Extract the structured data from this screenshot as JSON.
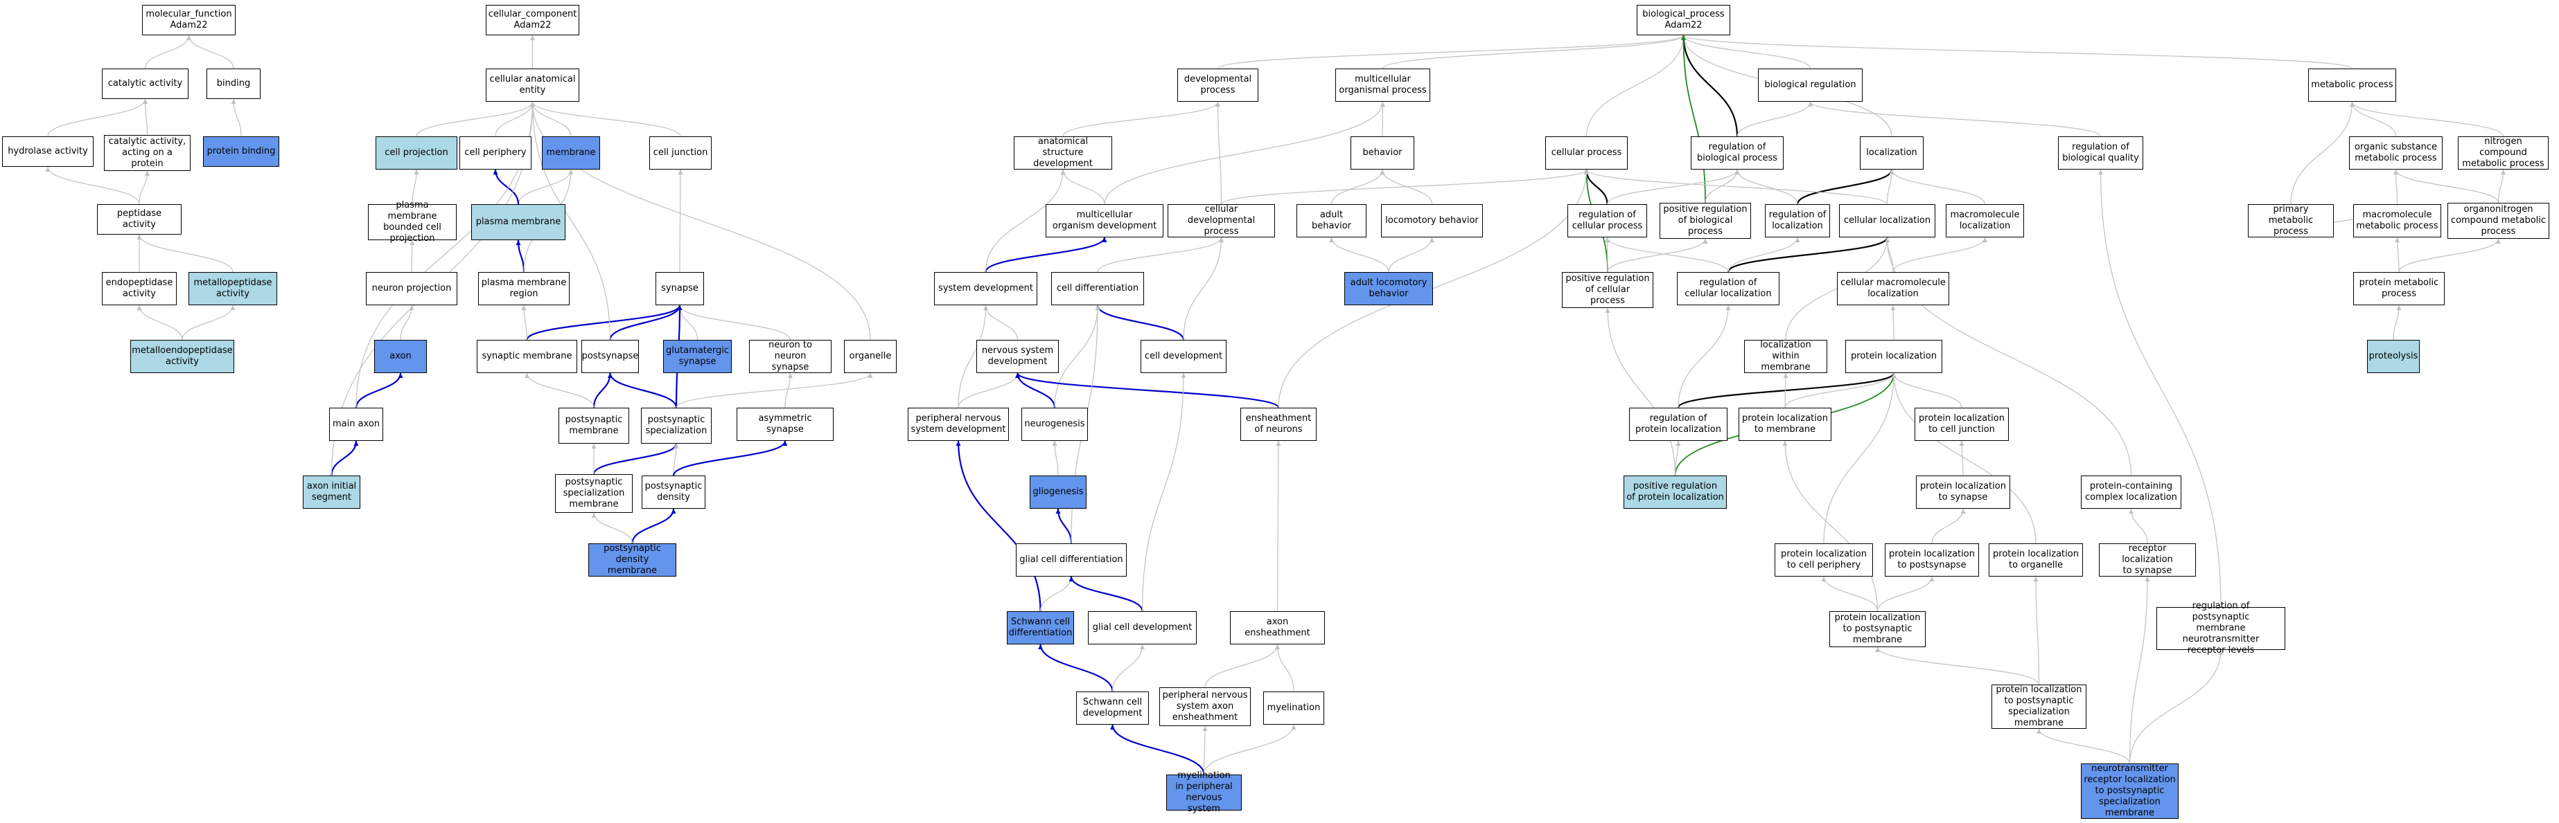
{
  "colors": {
    "background": "#ffffff",
    "node_border": "#000000",
    "light_highlight": "#add8e6",
    "blue_highlight": "#6495ed",
    "edge_is_a": "#c0c0c0",
    "edge_part_of": "#0000cc",
    "edge_regulates": "#000000",
    "edge_positively_regulates": "#228b22"
  },
  "nodes": {
    "mf_root": {
      "label": "molecular_function\nAdam22"
    },
    "catalytic": {
      "label": "catalytic activity"
    },
    "binding": {
      "label": "binding"
    },
    "hydrolase": {
      "label": "hydrolase activity"
    },
    "cat_protein": {
      "label": "catalytic activity,\nacting on a\nprotein"
    },
    "protein_binding": {
      "label": "protein binding",
      "style": "blue"
    },
    "peptidase": {
      "label": "peptidase activity"
    },
    "endopeptidase": {
      "label": "endopeptidase\nactivity"
    },
    "metallopeptidase": {
      "label": "metallopeptidase\nactivity",
      "style": "light"
    },
    "metalloendopeptidase": {
      "label": "metalloendopeptidase\nactivity",
      "style": "light"
    },
    "cc_root": {
      "label": "cellular_component\nAdam22"
    },
    "cae": {
      "label": "cellular anatomical\nentity"
    },
    "cell_projection": {
      "label": "cell projection",
      "style": "light"
    },
    "cell_periphery": {
      "label": "cell periphery"
    },
    "membrane": {
      "label": "membrane",
      "style": "blue"
    },
    "cell_junction": {
      "label": "cell junction"
    },
    "pm_bounded": {
      "label": "plasma membrane\nbounded cell\nprojection"
    },
    "plasma_membrane": {
      "label": "plasma membrane",
      "style": "light"
    },
    "neuron_projection": {
      "label": "neuron projection"
    },
    "pm_region": {
      "label": "plasma membrane\nregion"
    },
    "synapse": {
      "label": "synapse"
    },
    "axon": {
      "label": "axon",
      "style": "blue"
    },
    "synaptic_membrane": {
      "label": "synaptic membrane"
    },
    "postsynapse": {
      "label": "postsynapse"
    },
    "glutamatergic": {
      "label": "glutamatergic\nsynapse",
      "style": "blue"
    },
    "n2n_synapse": {
      "label": "neuron to neuron\nsynapse"
    },
    "organelle": {
      "label": "organelle"
    },
    "main_axon": {
      "label": "main axon"
    },
    "postsyn_membrane": {
      "label": "postsynaptic\nmembrane"
    },
    "postsyn_spec": {
      "label": "postsynaptic\nspecialization"
    },
    "asym_synapse": {
      "label": "asymmetric synapse"
    },
    "axon_initial": {
      "label": "axon initial\nsegment",
      "style": "light"
    },
    "psd_spec_membrane": {
      "label": "postsynaptic\nspecialization\nmembrane"
    },
    "postsyn_density": {
      "label": "postsynaptic\ndensity"
    },
    "psd_membrane": {
      "label": "postsynaptic\ndensity membrane",
      "style": "blue"
    },
    "bp_root": {
      "label": "biological_process\nAdam22"
    },
    "dev_process": {
      "label": "developmental\nprocess"
    },
    "multicell_proc": {
      "label": "multicellular\norganismal process"
    },
    "bio_reg": {
      "label": "biological regulation"
    },
    "metabolic": {
      "label": "metabolic process"
    },
    "anat_struct_dev": {
      "label": "anatomical structure\ndevelopment"
    },
    "behavior": {
      "label": "behavior"
    },
    "cellular_process": {
      "label": "cellular process"
    },
    "reg_bio_proc": {
      "label": "regulation of\nbiological process"
    },
    "localization": {
      "label": "localization"
    },
    "reg_bio_quality": {
      "label": "regulation of\nbiological quality"
    },
    "organic_subst": {
      "label": "organic substance\nmetabolic process"
    },
    "nitrogen_comp": {
      "label": "nitrogen compound\nmetabolic process"
    },
    "multicell_org_dev": {
      "label": "multicellular\norganism development"
    },
    "cell_dev_proc": {
      "label": "cellular developmental\nprocess"
    },
    "adult_behavior": {
      "label": "adult behavior"
    },
    "locomotory": {
      "label": "locomotory behavior"
    },
    "reg_cell_proc": {
      "label": "regulation of\ncellular process"
    },
    "pos_reg_bio": {
      "label": "positive regulation\nof biological\nprocess"
    },
    "reg_localization": {
      "label": "regulation of\nlocalization"
    },
    "cellular_loc": {
      "label": "cellular localization"
    },
    "macromol_loc": {
      "label": "macromolecule\nlocalization"
    },
    "primary_metab": {
      "label": "primary metabolic\nprocess"
    },
    "macromol_metab": {
      "label": "macromolecule\nmetabolic process"
    },
    "organonitrogen": {
      "label": "organonitrogen\ncompound metabolic\nprocess"
    },
    "system_dev": {
      "label": "system development"
    },
    "cell_diff": {
      "label": "cell differentiation"
    },
    "adult_loco": {
      "label": "adult locomotory\nbehavior",
      "style": "blue"
    },
    "pos_reg_cell": {
      "label": "positive regulation\nof cellular\nprocess"
    },
    "reg_cell_loc": {
      "label": "regulation of\ncellular localization"
    },
    "cell_macromol_loc": {
      "label": "cellular macromolecule\nlocalization"
    },
    "protein_metab": {
      "label": "protein metabolic\nprocess"
    },
    "nervous_sys_dev": {
      "label": "nervous system\ndevelopment"
    },
    "cell_development": {
      "label": "cell development"
    },
    "loc_within_membrane": {
      "label": "localization\nwithin membrane"
    },
    "protein_loc": {
      "label": "protein localization"
    },
    "proteolysis": {
      "label": "proteolysis",
      "style": "light"
    },
    "pns_dev": {
      "label": "peripheral nervous\nsystem development"
    },
    "neurogenesis": {
      "label": "neurogenesis"
    },
    "ensheathment": {
      "label": "ensheathment\nof neurons"
    },
    "reg_protein_loc": {
      "label": "regulation of\nprotein localization"
    },
    "protein_loc_membrane": {
      "label": "protein localization\nto membrane"
    },
    "protein_loc_cell_junction": {
      "label": "protein localization\nto cell junction"
    },
    "gliogenesis": {
      "label": "gliogenesis",
      "style": "blue"
    },
    "pos_reg_protein_loc": {
      "label": "positive regulation\nof protein localization",
      "style": "light"
    },
    "protein_loc_synapse": {
      "label": "protein localization\nto synapse"
    },
    "protein_complex_loc": {
      "label": "protein-containing\ncomplex localization"
    },
    "glial_cell_diff": {
      "label": "glial cell differentiation"
    },
    "protein_loc_periphery": {
      "label": "protein localization\nto cell periphery"
    },
    "protein_loc_postsynapse": {
      "label": "protein localization\nto postsynapse"
    },
    "protein_loc_organelle": {
      "label": "protein localization\nto organelle"
    },
    "receptor_loc_synapse": {
      "label": "receptor localization\nto synapse"
    },
    "schwann_diff": {
      "label": "Schwann cell\ndifferentiation",
      "style": "blue"
    },
    "glial_cell_dev": {
      "label": "glial cell development"
    },
    "axon_ensheathment": {
      "label": "axon ensheathment"
    },
    "protein_loc_postsyn_membrane": {
      "label": "protein localization\nto postsynaptic\nmembrane"
    },
    "reg_postsyn_receptor": {
      "label": "regulation of\npostsynaptic\nmembrane neurotransmitter\nreceptor levels"
    },
    "schwann_dev": {
      "label": "Schwann cell\ndevelopment"
    },
    "pns_axon_ensheath": {
      "label": "peripheral nervous\nsystem axon\nensheathment"
    },
    "myelination": {
      "label": "myelination"
    },
    "protein_loc_postsyn_spec_membrane": {
      "label": "protein localization\nto postsynaptic\nspecialization\nmembrane"
    },
    "myelination_pns": {
      "label": "myelination\nin peripheral\nnervous system",
      "style": "blue"
    },
    "nt_receptor_loc": {
      "label": "neurotransmitter\nreceptor localization\nto postsynaptic\nspecialization\nmembrane",
      "style": "blue"
    }
  },
  "edges": [
    [
      "catalytic",
      "mf_root",
      "is_a"
    ],
    [
      "binding",
      "mf_root",
      "is_a"
    ],
    [
      "hydrolase",
      "catalytic",
      "is_a"
    ],
    [
      "cat_protein",
      "catalytic",
      "is_a"
    ],
    [
      "protein_binding",
      "binding",
      "is_a"
    ],
    [
      "peptidase",
      "hydrolase",
      "is_a"
    ],
    [
      "peptidase",
      "cat_protein",
      "is_a"
    ],
    [
      "endopeptidase",
      "peptidase",
      "is_a"
    ],
    [
      "metallopeptidase",
      "peptidase",
      "is_a"
    ],
    [
      "metalloendopeptidase",
      "endopeptidase",
      "is_a"
    ],
    [
      "metalloendopeptidase",
      "metallopeptidase",
      "is_a"
    ],
    [
      "cae",
      "cc_root",
      "is_a"
    ],
    [
      "cell_projection",
      "cae",
      "is_a"
    ],
    [
      "cell_periphery",
      "cae",
      "is_a"
    ],
    [
      "membrane",
      "cae",
      "is_a"
    ],
    [
      "cell_junction",
      "cae",
      "is_a"
    ],
    [
      "pm_bounded",
      "cell_projection",
      "is_a"
    ],
    [
      "plasma_membrane",
      "membrane",
      "is_a"
    ],
    [
      "plasma_membrane",
      "cell_periphery",
      "part_of"
    ],
    [
      "neuron_projection",
      "pm_bounded",
      "is_a"
    ],
    [
      "pm_region",
      "plasma_membrane",
      "part_of"
    ],
    [
      "pm_region",
      "membrane",
      "is_a"
    ],
    [
      "synapse",
      "cell_junction",
      "is_a"
    ],
    [
      "axon",
      "neuron_projection",
      "is_a"
    ],
    [
      "synaptic_membrane",
      "synapse",
      "part_of"
    ],
    [
      "synaptic_membrane",
      "pm_region",
      "is_a"
    ],
    [
      "postsynapse",
      "synapse",
      "part_of"
    ],
    [
      "postsynapse",
      "cae",
      "is_a"
    ],
    [
      "glutamatergic",
      "synapse",
      "is_a"
    ],
    [
      "n2n_synapse",
      "synapse",
      "is_a"
    ],
    [
      "organelle",
      "cae",
      "is_a"
    ],
    [
      "main_axon",
      "axon",
      "part_of"
    ],
    [
      "main_axon",
      "cae",
      "is_a"
    ],
    [
      "postsyn_membrane",
      "postsynapse",
      "part_of"
    ],
    [
      "postsyn_membrane",
      "synaptic_membrane",
      "is_a"
    ],
    [
      "postsyn_spec",
      "postsynapse",
      "part_of"
    ],
    [
      "postsyn_spec",
      "synapse",
      "part_of"
    ],
    [
      "postsyn_spec",
      "organelle",
      "is_a"
    ],
    [
      "asym_synapse",
      "n2n_synapse",
      "is_a"
    ],
    [
      "axon_initial",
      "main_axon",
      "part_of"
    ],
    [
      "axon_initial",
      "cae",
      "is_a"
    ],
    [
      "psd_spec_membrane",
      "postsyn_spec",
      "part_of"
    ],
    [
      "psd_spec_membrane",
      "postsyn_membrane",
      "is_a"
    ],
    [
      "postsyn_density",
      "postsyn_spec",
      "is_a"
    ],
    [
      "postsyn_density",
      "asym_synapse",
      "part_of"
    ],
    [
      "psd_membrane",
      "postsyn_density",
      "part_of"
    ],
    [
      "psd_membrane",
      "psd_spec_membrane",
      "is_a"
    ],
    [
      "dev_process",
      "bp_root",
      "is_a"
    ],
    [
      "multicell_proc",
      "bp_root",
      "is_a"
    ],
    [
      "bio_reg",
      "bp_root",
      "is_a"
    ],
    [
      "metabolic",
      "bp_root",
      "is_a"
    ],
    [
      "cellular_process",
      "bp_root",
      "is_a"
    ],
    [
      "localization",
      "bp_root",
      "is_a"
    ],
    [
      "reg_bio_proc",
      "bp_root",
      "regulates"
    ],
    [
      "reg_bio_proc",
      "bio_reg",
      "is_a"
    ],
    [
      "pos_reg_bio",
      "bp_root",
      "positively_regulates"
    ],
    [
      "pos_reg_bio",
      "reg_bio_proc",
      "is_a"
    ],
    [
      "reg_bio_quality",
      "bio_reg",
      "is_a"
    ],
    [
      "anat_struct_dev",
      "dev_process",
      "is_a"
    ],
    [
      "behavior",
      "multicell_proc",
      "is_a"
    ],
    [
      "organic_subst",
      "metabolic",
      "is_a"
    ],
    [
      "nitrogen_comp",
      "metabolic",
      "is_a"
    ],
    [
      "multicell_org_dev",
      "anat_struct_dev",
      "is_a"
    ],
    [
      "multicell_org_dev",
      "multicell_proc",
      "is_a"
    ],
    [
      "cell_dev_proc",
      "dev_process",
      "is_a"
    ],
    [
      "cell_dev_proc",
      "cellular_process",
      "is_a"
    ],
    [
      "adult_behavior",
      "behavior",
      "is_a"
    ],
    [
      "locomotory",
      "behavior",
      "is_a"
    ],
    [
      "reg_cell_proc",
      "cellular_process",
      "regulates"
    ],
    [
      "reg_cell_proc",
      "reg_bio_proc",
      "is_a"
    ],
    [
      "reg_localization",
      "localization",
      "regulates"
    ],
    [
      "reg_localization",
      "reg_bio_proc",
      "is_a"
    ],
    [
      "cellular_loc",
      "localization",
      "is_a"
    ],
    [
      "cellular_loc",
      "cellular_process",
      "is_a"
    ],
    [
      "macromol_loc",
      "localization",
      "is_a"
    ],
    [
      "primary_metab",
      "metabolic",
      "is_a"
    ],
    [
      "macromol_metab",
      "organic_subst",
      "is_a"
    ],
    [
      "macromol_metab",
      "primary_metab",
      "is_a"
    ],
    [
      "organonitrogen",
      "organic_subst",
      "is_a"
    ],
    [
      "organonitrogen",
      "nitrogen_comp",
      "is_a"
    ],
    [
      "system_dev",
      "multicell_org_dev",
      "part_of"
    ],
    [
      "system_dev",
      "anat_struct_dev",
      "is_a"
    ],
    [
      "cell_diff",
      "cell_dev_proc",
      "is_a"
    ],
    [
      "adult_loco",
      "adult_behavior",
      "is_a"
    ],
    [
      "adult_loco",
      "locomotory",
      "is_a"
    ],
    [
      "pos_reg_cell",
      "cellular_process",
      "positively_regulates"
    ],
    [
      "pos_reg_cell",
      "reg_cell_proc",
      "is_a"
    ],
    [
      "pos_reg_cell",
      "pos_reg_bio",
      "is_a"
    ],
    [
      "reg_cell_loc",
      "cellular_loc",
      "regulates"
    ],
    [
      "reg_cell_loc",
      "reg_cell_proc",
      "is_a"
    ],
    [
      "reg_cell_loc",
      "reg_localization",
      "is_a"
    ],
    [
      "cell_macromol_loc",
      "cellular_loc",
      "is_a"
    ],
    [
      "cell_macromol_loc",
      "macromol_loc",
      "is_a"
    ],
    [
      "protein_metab",
      "macromol_metab",
      "is_a"
    ],
    [
      "protein_metab",
      "organonitrogen",
      "is_a"
    ],
    [
      "nervous_sys_dev",
      "system_dev",
      "is_a"
    ],
    [
      "cell_development",
      "cell_diff",
      "part_of"
    ],
    [
      "cell_development",
      "cell_dev_proc",
      "is_a"
    ],
    [
      "loc_within_membrane",
      "cellular_loc",
      "is_a"
    ],
    [
      "protein_loc",
      "cell_macromol_loc",
      "is_a"
    ],
    [
      "proteolysis",
      "protein_metab",
      "is_a"
    ],
    [
      "pns_dev",
      "nervous_sys_dev",
      "is_a"
    ],
    [
      "pns_dev",
      "system_dev",
      "is_a"
    ],
    [
      "neurogenesis",
      "nervous_sys_dev",
      "part_of"
    ],
    [
      "neurogenesis",
      "cell_diff",
      "is_a"
    ],
    [
      "ensheathment",
      "nervous_sys_dev",
      "part_of"
    ],
    [
      "ensheathment",
      "cellular_process",
      "is_a"
    ],
    [
      "reg_protein_loc",
      "protein_loc",
      "regulates"
    ],
    [
      "reg_protein_loc",
      "reg_cell_loc",
      "is_a"
    ],
    [
      "protein_loc_membrane",
      "protein_loc",
      "is_a"
    ],
    [
      "protein_loc_membrane",
      "loc_within_membrane",
      "is_a"
    ],
    [
      "protein_loc_cell_junction",
      "protein_loc",
      "is_a"
    ],
    [
      "gliogenesis",
      "neurogenesis",
      "is_a"
    ],
    [
      "pos_reg_protein_loc",
      "protein_loc",
      "positively_regulates"
    ],
    [
      "pos_reg_protein_loc",
      "reg_protein_loc",
      "is_a"
    ],
    [
      "pos_reg_protein_loc",
      "pos_reg_cell",
      "is_a"
    ],
    [
      "protein_loc_synapse",
      "protein_loc_cell_junction",
      "is_a"
    ],
    [
      "protein_complex_loc",
      "cellular_loc",
      "is_a"
    ],
    [
      "glial_cell_diff",
      "gliogenesis",
      "part_of"
    ],
    [
      "glial_cell_diff",
      "cell_diff",
      "is_a"
    ],
    [
      "protein_loc_periphery",
      "protein_loc",
      "is_a"
    ],
    [
      "protein_loc_postsynapse",
      "protein_loc_synapse",
      "is_a"
    ],
    [
      "protein_loc_organelle",
      "protein_loc",
      "is_a"
    ],
    [
      "receptor_loc_synapse",
      "protein_complex_loc",
      "is_a"
    ],
    [
      "schwann_diff",
      "pns_dev",
      "part_of"
    ],
    [
      "schwann_diff",
      "glial_cell_diff",
      "is_a"
    ],
    [
      "glial_cell_dev",
      "glial_cell_diff",
      "part_of"
    ],
    [
      "glial_cell_dev",
      "cell_development",
      "is_a"
    ],
    [
      "axon_ensheathment",
      "ensheathment",
      "is_a"
    ],
    [
      "protein_loc_postsyn_membrane",
      "protein_loc_periphery",
      "is_a"
    ],
    [
      "protein_loc_postsyn_membrane",
      "protein_loc_postsynapse",
      "is_a"
    ],
    [
      "protein_loc_postsyn_membrane",
      "protein_loc_membrane",
      "is_a"
    ],
    [
      "reg_postsyn_receptor",
      "reg_bio_quality",
      "is_a"
    ],
    [
      "schwann_dev",
      "schwann_diff",
      "part_of"
    ],
    [
      "schwann_dev",
      "glial_cell_dev",
      "is_a"
    ],
    [
      "pns_axon_ensheath",
      "axon_ensheathment",
      "is_a"
    ],
    [
      "myelination",
      "axon_ensheathment",
      "is_a"
    ],
    [
      "protein_loc_postsyn_spec_membrane",
      "protein_loc_postsyn_membrane",
      "is_a"
    ],
    [
      "protein_loc_postsyn_spec_membrane",
      "protein_loc_organelle",
      "is_a"
    ],
    [
      "myelination_pns",
      "schwann_dev",
      "part_of"
    ],
    [
      "myelination_pns",
      "pns_axon_ensheath",
      "is_a"
    ],
    [
      "myelination_pns",
      "myelination",
      "is_a"
    ],
    [
      "nt_receptor_loc",
      "protein_loc_postsyn_spec_membrane",
      "is_a"
    ],
    [
      "nt_receptor_loc",
      "receptor_loc_synapse",
      "is_a"
    ],
    [
      "nt_receptor_loc",
      "reg_postsyn_receptor",
      "is_a"
    ]
  ]
}
